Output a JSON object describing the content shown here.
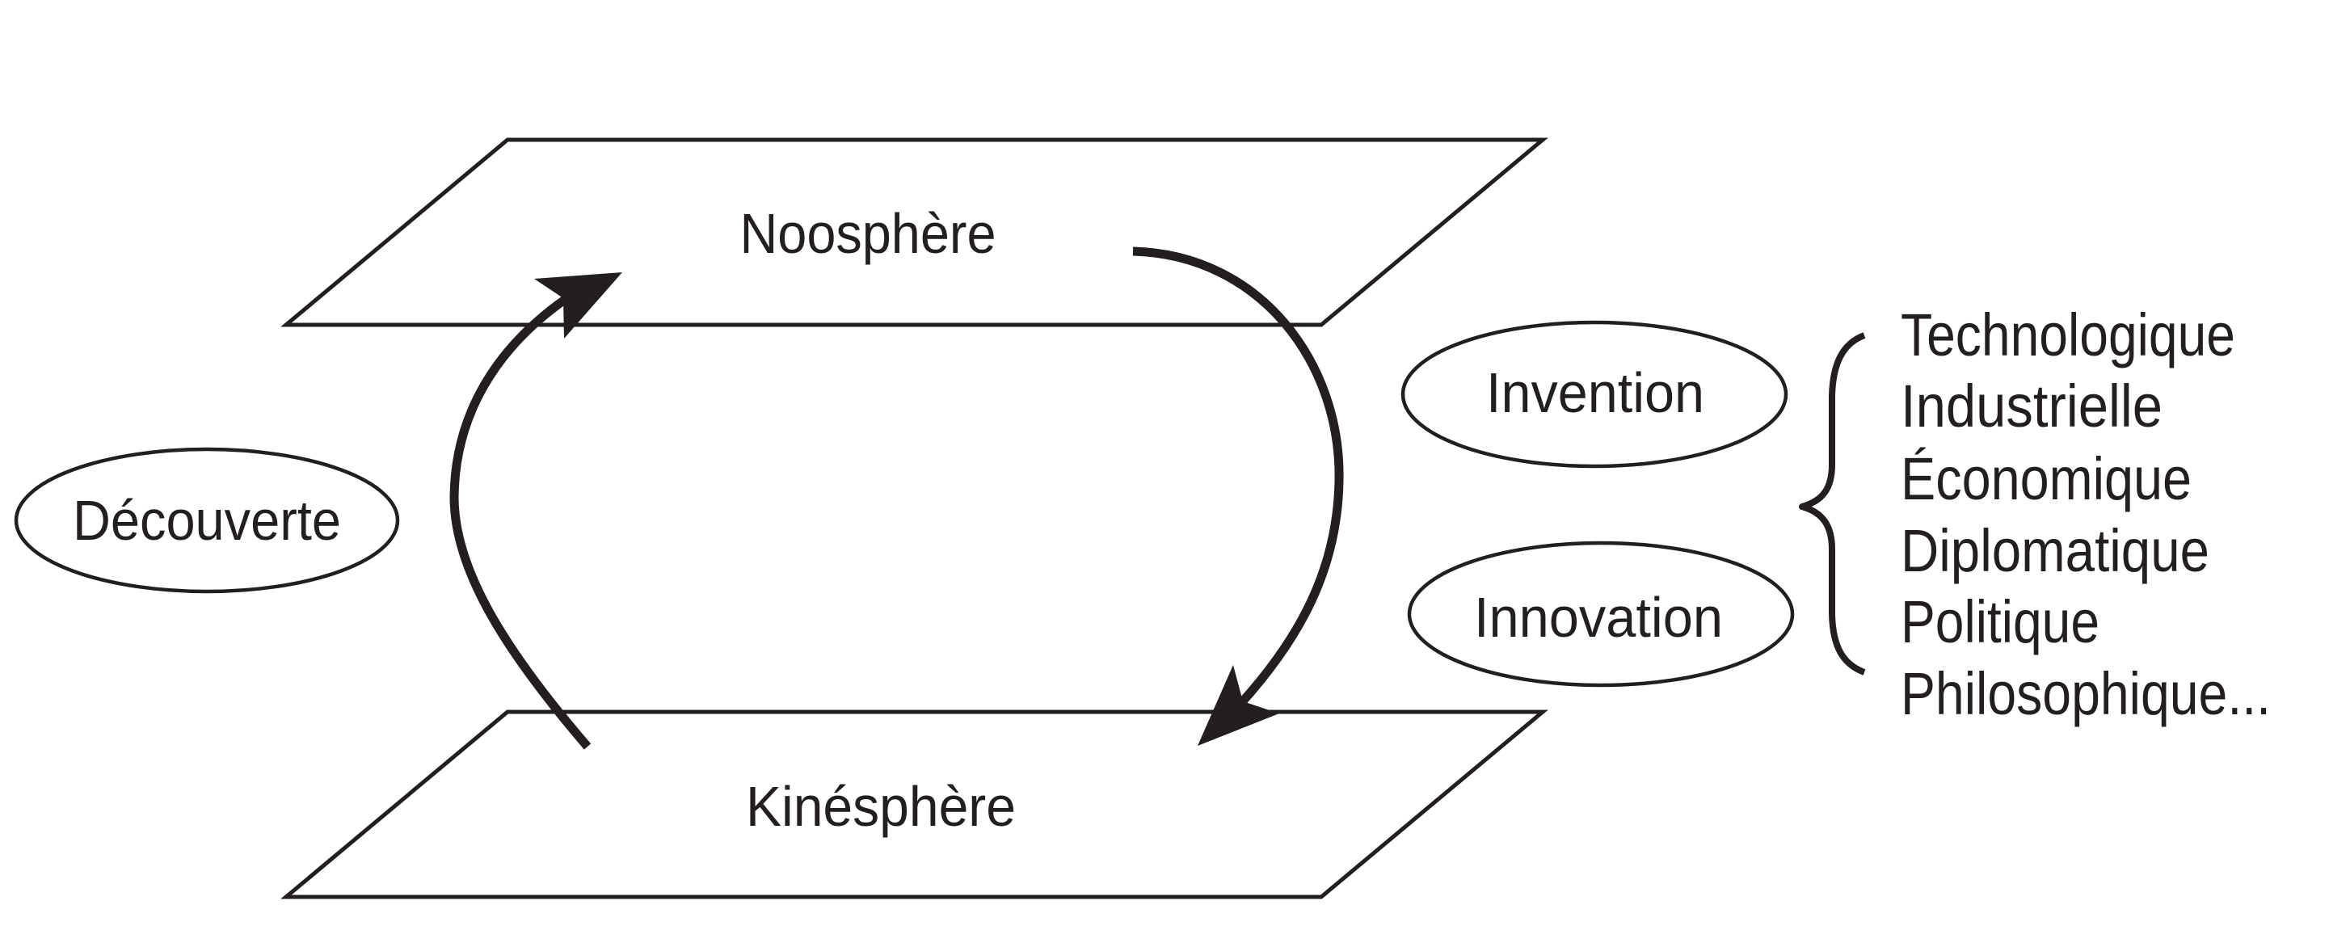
{
  "diagram": {
    "planes": {
      "top": {
        "label": "Noosphère"
      },
      "bottom": {
        "label": "Kinésphère"
      }
    },
    "nodes": {
      "left": {
        "label": "Découverte"
      },
      "right_top": {
        "label": "Invention"
      },
      "right_bottom": {
        "label": "Innovation"
      }
    },
    "cycle": {
      "up_arrow": "Kinésphère → Noosphère",
      "down_arrow": "Noosphère → Kinésphère"
    },
    "domains": [
      "Technologique",
      "Industrielle",
      "Économique",
      "Diplomatique",
      "Politique",
      "Philosophique..."
    ],
    "colors": {
      "ink": "#231f20",
      "background": "#ffffff"
    }
  }
}
